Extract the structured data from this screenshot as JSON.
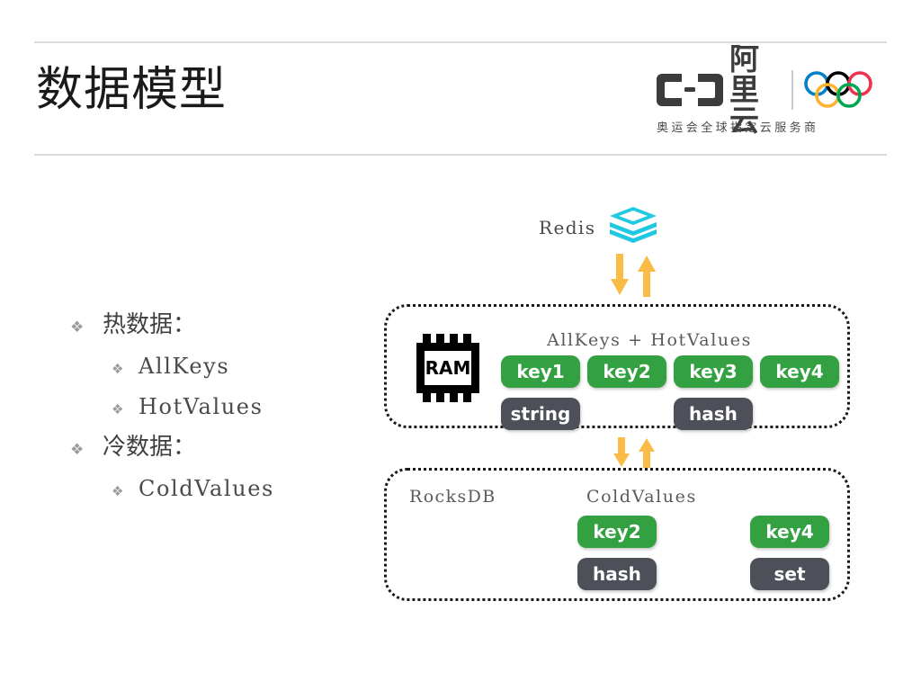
{
  "slide": {
    "title": "数据模型"
  },
  "logo": {
    "brand_cn": "阿里云",
    "tagline": "奥运会全球指定云服务商",
    "bracket_icon": "alibaba-cloud-bracket-icon",
    "rings_icon": "olympic-rings-icon",
    "ring_colors": [
      "#0081c8",
      "#000000",
      "#ee334e",
      "#fcb131",
      "#00a651"
    ],
    "mark_color": "#3c3c3c"
  },
  "bullets": [
    {
      "level": 1,
      "marker": "❖",
      "text": "热数据："
    },
    {
      "level": 2,
      "marker": "❖",
      "text": "AllKeys"
    },
    {
      "level": 2,
      "marker": "❖",
      "text": "HotValues"
    },
    {
      "level": 1,
      "marker": "❖",
      "text": "冷数据："
    },
    {
      "level": 2,
      "marker": "❖",
      "text": "ColdValues"
    }
  ],
  "diagram": {
    "redis": {
      "label": "Redis",
      "icon": "redis-stack-icon",
      "icon_color": "#1fc8e0"
    },
    "arrow_color": "#fabc46",
    "arrows_top": [
      "arrow-down-icon",
      "arrow-up-icon"
    ],
    "arrows_mid": [
      "arrow-down-icon",
      "arrow-up-icon"
    ],
    "ram_box": {
      "chip_label": "RAM",
      "heading": "AllKeys + HotValues",
      "keys": [
        "key1",
        "key2",
        "key3",
        "key4"
      ],
      "values": [
        {
          "label": "string",
          "under": "key1"
        },
        {
          "label": "hash",
          "under": "key3"
        }
      ],
      "key_color": "#33a041",
      "value_color": "#4d5058"
    },
    "rocksdb_box": {
      "engine_label": "RocksDB",
      "heading": "ColdValues",
      "keys": [
        "key2",
        "key4"
      ],
      "values": [
        "hash",
        "set"
      ],
      "key_color": "#33a041",
      "value_color": "#4d5058"
    }
  }
}
